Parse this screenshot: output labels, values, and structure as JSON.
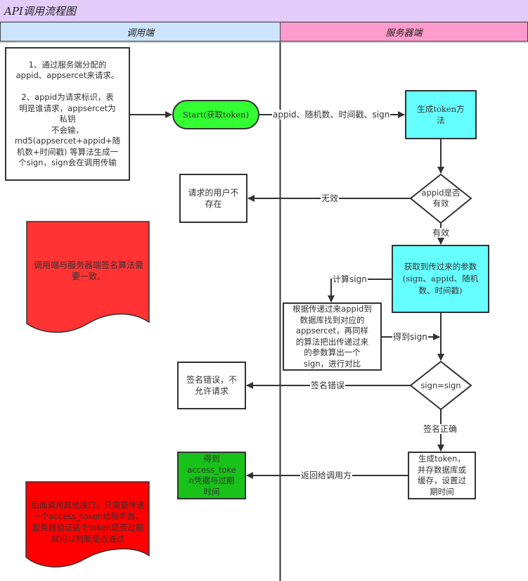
{
  "title": "API调用流程图",
  "lanes": {
    "client": "调用端",
    "server": "服务器端"
  },
  "colors": {
    "title_band": "#e4ccfa",
    "client_lane": "#cce5fd",
    "server_lane": "#fd9ccc",
    "start_node": "#33ff33",
    "process_cyan": "#66ffff",
    "success_green": "#19c219",
    "note_red_1": "#ff3333",
    "note_red_2": "#ff0000"
  },
  "nodes": {
    "intro": "1、通过服务端分配的\nappid、appsercet来请求。\n\n  2、appid为请求标识，表\n明是谁请求，appsercet为\n私钥\n不会输，\nmd5(appsercet+appid+随\n机数+时间戳) 等算法生成一\n个sign，sign会在调用传输",
    "start": "Start(获取token)",
    "gen_token_method": "生成token方\n法",
    "appid_valid": "appid是否\n有效",
    "user_not_exist": "请求的用户不\n存在",
    "get_params": "获取到传过来的参数\n(sign、appid、随机\n数、时间戳)",
    "compute_sign": "根据传递过来appid到\n数据库找到对应的\nappsercet，再同样\n的算法把出传递过来\n的参数算出一个\nsign，进行对比",
    "sign_equal": "sign=sign",
    "sign_error": "签名错误，不\n允许请求",
    "gen_token_store": "生成token，\n并存数据库或\n缓存，设置过\n期时间",
    "got_token": "得到\naccess_toke\nn凭据与过期\n时间"
  },
  "notes": {
    "note1": "调用端与服务器端签名算法需\n要一致。",
    "note2": "后面调用其他接口，只需要传递\n一个access_token给服务器，\n服务器验证这个token是否过期\n就可以判断是否通过"
  },
  "edges": {
    "start_to_gen": "appid、随机数、时间戳、sign",
    "invalid": "无效",
    "valid": "有效",
    "calc_sign": "计算sign",
    "got_sign": "得到sign",
    "sign_error": "签名错误",
    "sign_ok": "签名正确",
    "return_caller": "返回给调用方"
  }
}
